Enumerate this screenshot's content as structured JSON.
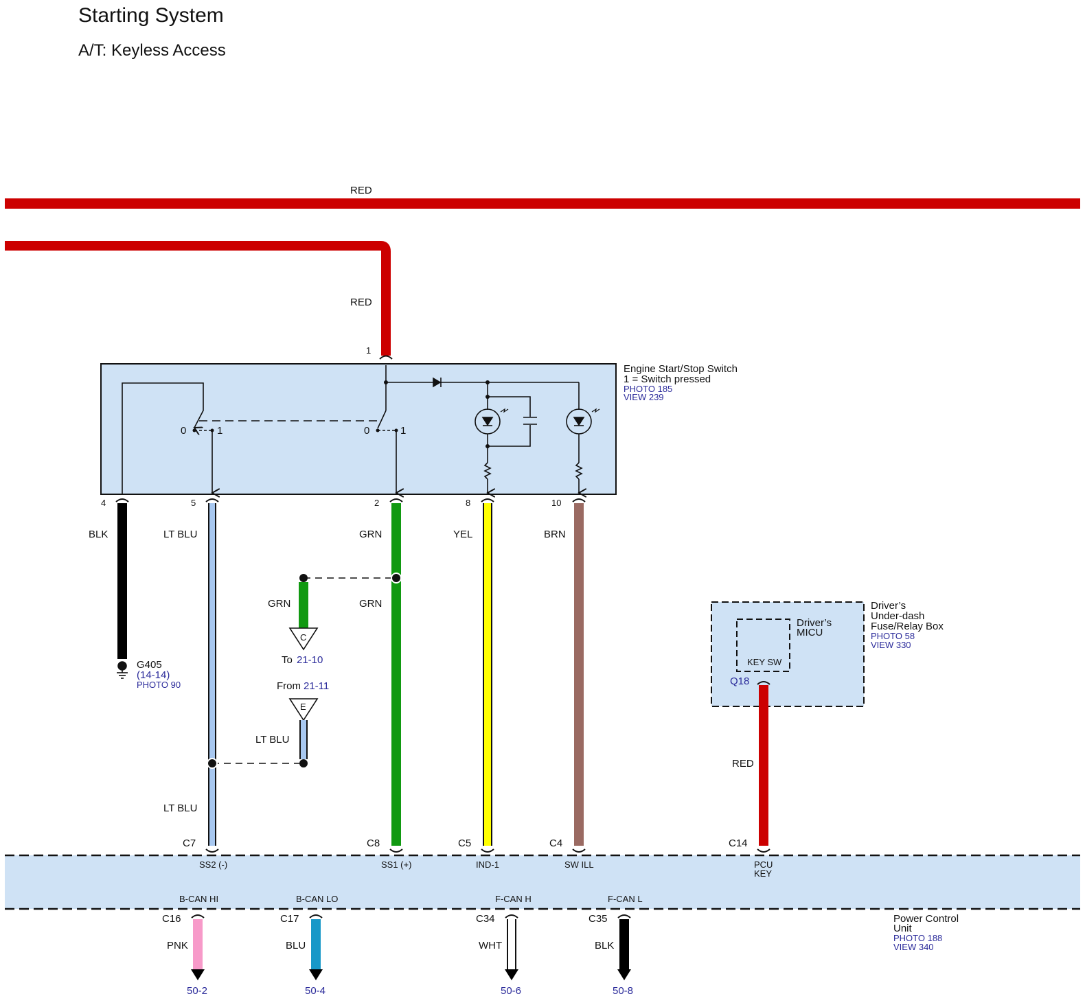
{
  "header": {
    "title": "Starting System",
    "subtitle": "A/T: Keyless Access"
  },
  "colors": {
    "RED": "#cc0000",
    "BLK": "#000000",
    "LT BLU": "#a8c8f0",
    "GRN": "#119911",
    "YEL": "#ffff00",
    "BRN": "#9a6a62",
    "PNK": "#f79ac9",
    "BLU": "#1898c8",
    "WHT": "#ffffff",
    "component_fill": "#cfe2f5",
    "link": "#2a2a9a"
  },
  "wires_top": {
    "main_label": "RED",
    "feed_label": "RED"
  },
  "switch": {
    "name": "Engine Start/Stop Switch",
    "note": "1 = Switch pressed",
    "photo": "PHOTO 185",
    "view": "VIEW 239",
    "top_pin": "1",
    "contact_a": {
      "pos0": "0",
      "pos1": "1"
    },
    "contact_b": {
      "pos0": "0",
      "pos1": "1"
    },
    "pins": [
      {
        "pin": "4",
        "color": "BLK"
      },
      {
        "pin": "5",
        "color": "LT BLU"
      },
      {
        "pin": "2",
        "color": "GRN"
      },
      {
        "pin": "8",
        "color": "YEL"
      },
      {
        "pin": "10",
        "color": "BRN"
      }
    ]
  },
  "ground": {
    "name": "G405",
    "ref": "(14-14)",
    "photo": "PHOTO 90"
  },
  "splice_grn": {
    "branch_color": "GRN",
    "main_color": "GRN",
    "connector": "C",
    "to_label": "To",
    "to_ref": "21-10"
  },
  "splice_ltblu": {
    "branch_color": "LT BLU",
    "main_color_lower": "LT BLU",
    "connector": "E",
    "from_label": "From",
    "from_ref": "21-11"
  },
  "fuse_box": {
    "line1": "Driver’s",
    "line2": "Under-dash",
    "line3": "Fuse/Relay Box",
    "photo": "PHOTO 58",
    "view": "VIEW 330",
    "micu_line1": "Driver’s",
    "micu_line2": "MICU",
    "key_sw": "KEY SW",
    "connector": "Q18",
    "wire_color": "RED"
  },
  "pcu": {
    "name_line1": "Power Control",
    "name_line2": "Unit",
    "photo": "PHOTO 188",
    "view": "VIEW 340",
    "top_pins": [
      {
        "connector": "C7",
        "signal": "SS2 (-)"
      },
      {
        "connector": "C8",
        "signal": "SS1 (+)"
      },
      {
        "connector": "C5",
        "signal": "IND-1"
      },
      {
        "connector": "C4",
        "signal": "SW ILL"
      },
      {
        "connector": "C14",
        "signal": "PCU",
        "signal2": "KEY"
      }
    ],
    "bottom_pins": [
      {
        "connector": "C16",
        "signal": "B-CAN HI",
        "color": "PNK",
        "ref": "50-2"
      },
      {
        "connector": "C17",
        "signal": "B-CAN LO",
        "color": "BLU",
        "ref": "50-4"
      },
      {
        "connector": "C34",
        "signal": "F-CAN H",
        "color": "WHT",
        "ref": "50-6"
      },
      {
        "connector": "C35",
        "signal": "F-CAN L",
        "color": "BLK",
        "ref": "50-8"
      }
    ]
  }
}
